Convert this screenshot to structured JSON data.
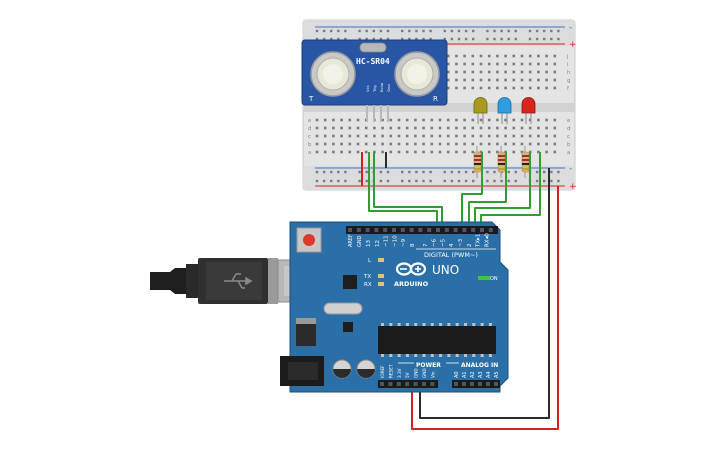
{
  "sensor": {
    "model": "HC-SR04",
    "left_mark": "T",
    "right_mark": "R",
    "pins": [
      "Vcc",
      "Trig",
      "Echo",
      "Gnd"
    ]
  },
  "arduino": {
    "brand": "ARDUINO",
    "model": "UNO",
    "digital_label": "DIGITAL (PWM~)",
    "on_label": "ON",
    "l_label": "L",
    "tx_label": "TX",
    "rx_label": "RX",
    "aref": "AREF",
    "gnd": "GND",
    "digital_pins": [
      "13",
      "12",
      "~11",
      "~10",
      "~9",
      "8",
      "7",
      "~6",
      "~5",
      "4",
      "~3",
      "2",
      "TX▸1",
      "RX◂0"
    ],
    "power_label": "POWER",
    "analog_label": "ANALOG IN",
    "power_pins": [
      "IOREF",
      "RESET",
      "3.3V",
      "5V",
      "GND",
      "GND",
      "Vin"
    ],
    "analog_pins": [
      "A0",
      "A1",
      "A2",
      "A3",
      "A4",
      "A5"
    ]
  },
  "breadboard": {
    "row_letters_top": [
      "j",
      "i",
      "h",
      "g",
      "f"
    ],
    "row_letters_bottom": [
      "e",
      "d",
      "c",
      "b",
      "a"
    ],
    "plus": "+",
    "minus": "-"
  },
  "leds": [
    {
      "color": "yellow",
      "hex": "#a89a1e"
    },
    {
      "color": "blue",
      "hex": "#2f9be0"
    },
    {
      "color": "red",
      "hex": "#d9241e"
    }
  ],
  "colors": {
    "board": "#2a6fa8",
    "board_dark": "#1f5a8a",
    "breadboard": "#e2e2e2",
    "wire_green": "#2ea02e",
    "wire_red": "#d42020",
    "wire_black": "#2b2b2b"
  }
}
